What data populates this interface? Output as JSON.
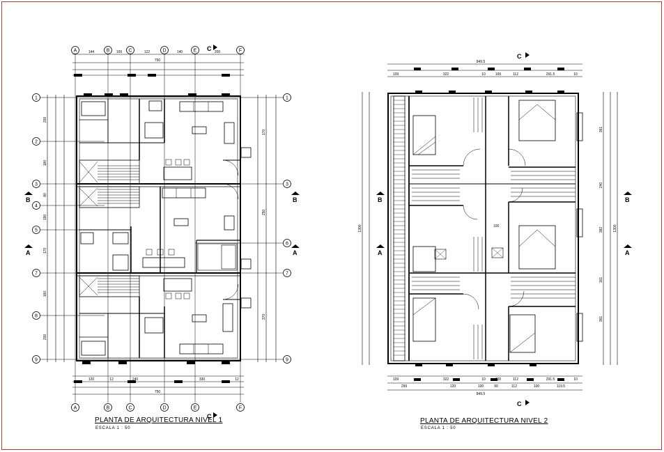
{
  "plan1": {
    "title": "PLANTA DE ARQUITECTURA NIVEL 1",
    "scale": "ESCALA 1 : 50",
    "col_labels": [
      "A",
      "B",
      "C",
      "D",
      "E",
      "F"
    ],
    "row_labels": [
      "1",
      "2",
      "3",
      "4",
      "5",
      "6",
      "7",
      "8",
      "9"
    ],
    "section_a": "A",
    "section_b": "B",
    "section_c": "C",
    "top_dims": [
      "144",
      "100",
      "122",
      "140",
      "200"
    ],
    "top_total": "750",
    "bottom_dims": [
      "120",
      "12",
      "240",
      "330",
      "12"
    ],
    "bottom_total": "750",
    "left_dims": [
      "200",
      "160",
      "80",
      "190",
      "170",
      "160",
      "200"
    ],
    "right_dims": [
      "170",
      "250",
      "370"
    ]
  },
  "plan2": {
    "title": "PLANTA DE ARQUITECTURA NIVEL 2",
    "scale": "ESCALA 1 : 50",
    "section_a": "A",
    "section_b": "B",
    "section_c": "C",
    "top_total": "849.5",
    "top_dims": [
      "109",
      "322",
      "10",
      "100",
      "112",
      "291.5",
      "10"
    ],
    "bottom_dims": [
      "109",
      "322",
      "10",
      "100",
      "112",
      "291.5",
      "10"
    ],
    "bottom_dims2": [
      "299",
      "120",
      "100",
      "90",
      "112",
      "100",
      "119.5"
    ],
    "bottom_total": "849.5",
    "side_dims": [
      "361",
      "240",
      "382",
      "161",
      "361"
    ],
    "total_height": "1300",
    "inner_label": "100"
  }
}
